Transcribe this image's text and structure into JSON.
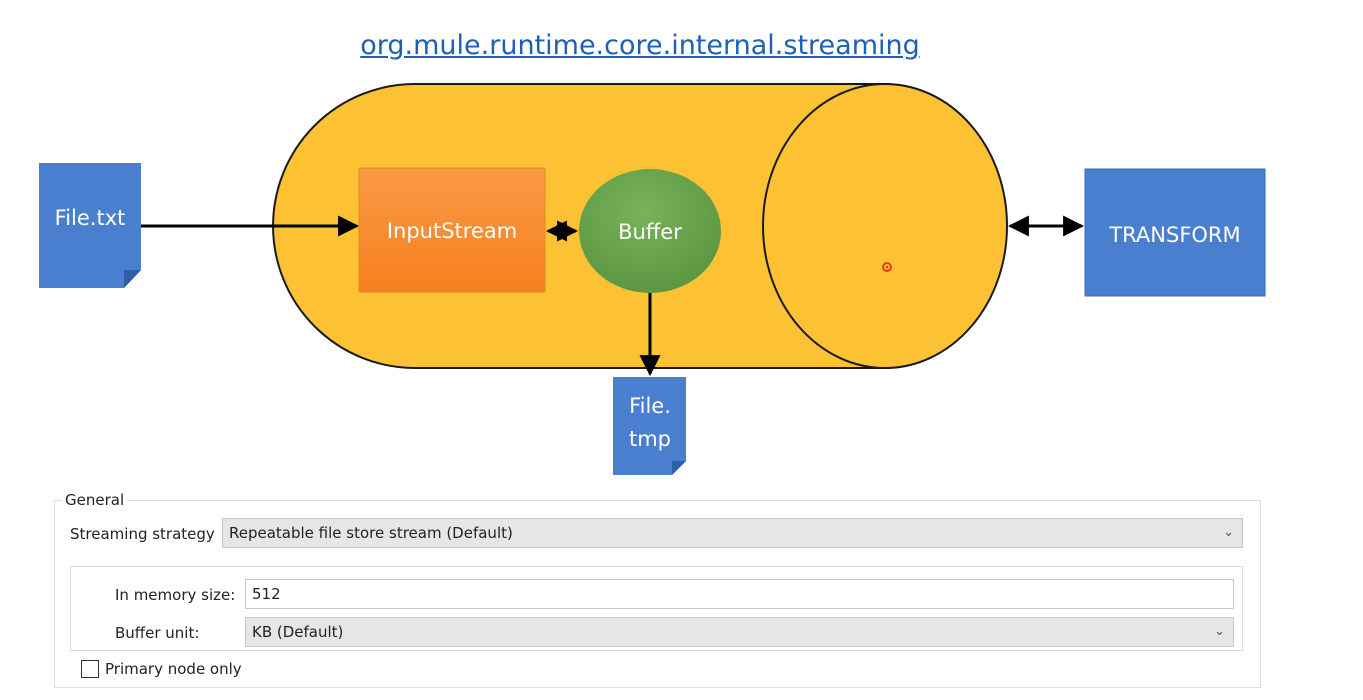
{
  "diagram": {
    "title": "org.mule.runtime.core.internal.streaming",
    "nodes": {
      "source_file": "File.txt",
      "input_stream": "InputStream",
      "buffer": "Buffer",
      "temp_file_line1": "File.",
      "temp_file_line2": "tmp",
      "transform": "TRANSFORM"
    },
    "colors": {
      "cylinder": "#fcc233",
      "input_stream": "#f7892f",
      "buffer": "#6aa84f",
      "doc_blue": "#4a7fcf",
      "link": "#1f5fb5"
    }
  },
  "settings": {
    "group_label": "General",
    "streaming_strategy_label": "Streaming strategy",
    "streaming_strategy_value": "Repeatable file store stream (Default)",
    "in_memory_size_label": "In memory size:",
    "in_memory_size_value": "512",
    "buffer_unit_label": "Buffer unit:",
    "buffer_unit_value": "KB (Default)",
    "primary_node_only_label": "Primary node only",
    "primary_node_only_checked": false
  }
}
